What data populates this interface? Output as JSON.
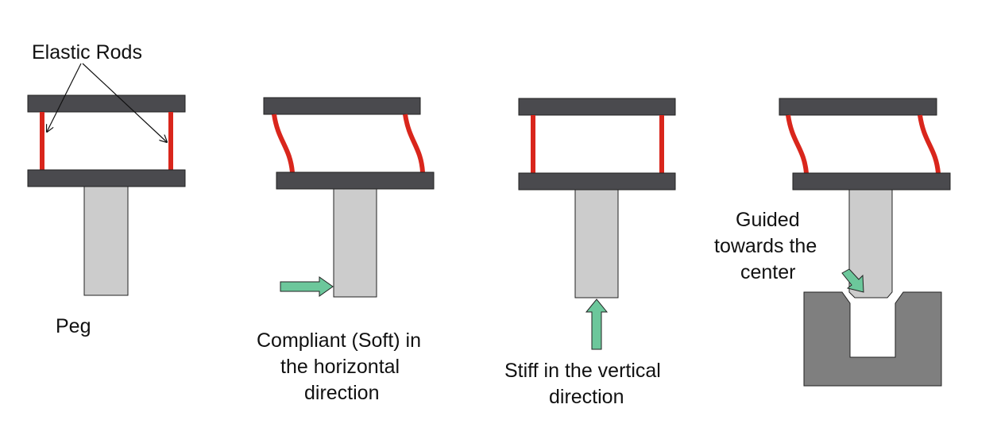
{
  "colors": {
    "plate": "#4a4a4e",
    "rod": "#d9261c",
    "peg": "#cccccc",
    "hole_block": "#7f7f7f",
    "arrow": "#6cc79b",
    "outline": "#222222"
  },
  "panels": [
    {
      "id": "rest",
      "labels": [
        "Elastic Rods",
        "Peg"
      ]
    },
    {
      "id": "horizontal",
      "labels": [
        "Compliant (Soft) in",
        "the horizontal",
        "direction"
      ]
    },
    {
      "id": "vertical",
      "labels": [
        "Stiff in the vertical",
        "direction"
      ]
    },
    {
      "id": "guided",
      "labels": [
        "Guided",
        "towards the",
        "center"
      ]
    }
  ]
}
